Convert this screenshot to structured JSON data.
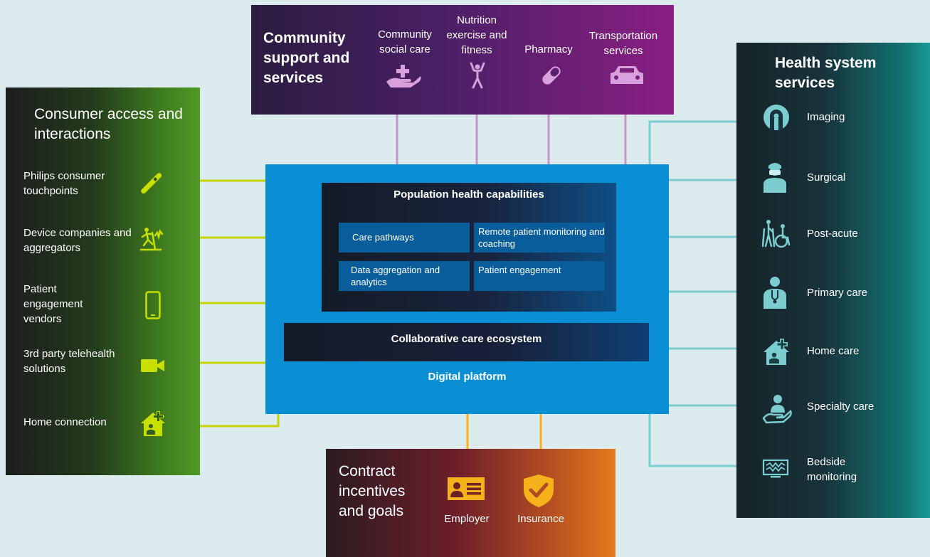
{
  "community": {
    "title": "Community support and services",
    "items": [
      {
        "label": "Community social care",
        "icon": "hand-plus-icon"
      },
      {
        "label": "Nutrition exercise and fitness",
        "icon": "person-exercise-icon"
      },
      {
        "label": "Pharmacy",
        "icon": "pill-icon"
      },
      {
        "label": "Transportation services",
        "icon": "car-icon"
      }
    ]
  },
  "consumer": {
    "title": "Consumer access and interactions",
    "items": [
      {
        "label": "Philips consumer touchpoints",
        "icon": "toothbrush-icon"
      },
      {
        "label": "Device companies and aggregators",
        "icon": "treadmill-icon"
      },
      {
        "label": "Patient engagement vendors",
        "icon": "smartphone-icon"
      },
      {
        "label": "3rd party telehealth solutions",
        "icon": "video-camera-icon"
      },
      {
        "label": "Home connection",
        "icon": "home-health-icon"
      }
    ]
  },
  "health": {
    "title": "Health system services",
    "items": [
      {
        "label": "Imaging",
        "icon": "scanner-icon"
      },
      {
        "label": "Surgical",
        "icon": "surgeon-icon"
      },
      {
        "label": "Post-acute",
        "icon": "walker-wheelchair-icon"
      },
      {
        "label": "Primary care",
        "icon": "doctor-icon"
      },
      {
        "label": "Home care",
        "icon": "home-health-icon"
      },
      {
        "label": "Specialty care",
        "icon": "hand-person-icon"
      },
      {
        "label": "Bedside monitoring",
        "icon": "monitor-icon"
      }
    ]
  },
  "contract": {
    "title": "Contract incentives and goals",
    "items": [
      {
        "label": "Employer",
        "icon": "id-card-icon"
      },
      {
        "label": "Insurance",
        "icon": "shield-check-icon"
      }
    ]
  },
  "platform": {
    "population_title": "Population health capabilities",
    "capabilities": [
      "Care pathways",
      "Remote patient monitoring and coaching",
      "Data aggregation and analytics",
      "Patient engagement"
    ],
    "collab_title": "Collaborative care ecosystem",
    "label": "Digital platform"
  },
  "colors": {
    "background": "#dcecee",
    "platform": "#0b8fd4",
    "consumer_line": "#c8d400",
    "community_line": "#c793c9",
    "health_line": "#7bcdcf",
    "contract_line": "#f5b21b",
    "consumer_icon": "#c8e000",
    "community_icon": "#d8a0dc",
    "contract_icon": "#f5b21b"
  }
}
